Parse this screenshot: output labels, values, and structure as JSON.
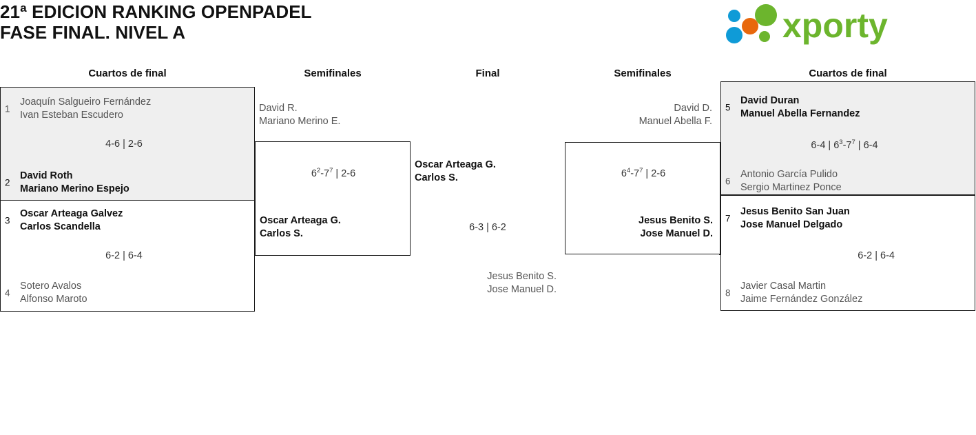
{
  "header": {
    "title": "21ª EDICION RANKING OPENPADEL\nFASE FINAL. NIVEL A",
    "logo_text": "xporty",
    "logo_colors": {
      "green": "#6cb52d",
      "blue": "#0f9bd7",
      "orange": "#e8680c"
    }
  },
  "rounds": [
    {
      "id": "qf-left",
      "label": "Cuartos de final"
    },
    {
      "id": "sf-left",
      "label": "Semifinales"
    },
    {
      "id": "final",
      "label": "Final"
    },
    {
      "id": "sf-right",
      "label": "Semifinales"
    },
    {
      "id": "qf-right",
      "label": "Cuartos de final"
    }
  ],
  "matches": {
    "qf1": {
      "top": {
        "seed": "1",
        "names": "Joaquín Salgueiro Fernández\nIvan Esteban Escudero",
        "winner": false
      },
      "bottom": {
        "seed": "2",
        "names": "David Roth\nMariano Merino Espejo",
        "winner": true
      },
      "score_sets": [
        {
          "a": "4",
          "b": "6"
        },
        {
          "a": "2",
          "b": "6"
        }
      ],
      "score_text": "4-6 | 2-6"
    },
    "qf2": {
      "top": {
        "seed": "3",
        "names": "Oscar Arteaga Galvez\nCarlos Scandella",
        "winner": true
      },
      "bottom": {
        "seed": "4",
        "names": "Sotero Avalos\nAlfonso Maroto",
        "winner": false
      },
      "score_sets": [
        {
          "a": "6",
          "b": "2"
        },
        {
          "a": "6",
          "b": "4"
        }
      ],
      "score_text": "6-2 | 6-4"
    },
    "sf1": {
      "top": {
        "seed": "",
        "names": "David R.\nMariano Merino E.",
        "winner": false
      },
      "bottom": {
        "seed": "",
        "names": "Oscar Arteaga G.\nCarlos S.",
        "winner": true
      },
      "score_sets": [
        {
          "a": "6",
          "a_tb": "2",
          "b": "7",
          "b_tb": "7"
        },
        {
          "a": "2",
          "b": "6"
        }
      ],
      "score_text": "6(2)-7(7) | 2-6"
    },
    "final": {
      "top": {
        "seed": "",
        "names": "Oscar Arteaga G.\nCarlos S.",
        "winner": true
      },
      "bottom": {
        "seed": "",
        "names": "Jesus Benito S.\nJose Manuel D.",
        "winner": false
      },
      "score_sets": [
        {
          "a": "6",
          "b": "3"
        },
        {
          "a": "6",
          "b": "2"
        }
      ],
      "score_text": "6-3 | 6-2"
    },
    "sf2": {
      "top": {
        "seed": "",
        "names": "David D.\nManuel Abella F.",
        "winner": false
      },
      "bottom": {
        "seed": "",
        "names": "Jesus Benito S.\nJose Manuel D.",
        "winner": true
      },
      "score_sets": [
        {
          "a": "6",
          "a_tb": "4",
          "b": "7",
          "b_tb": "7"
        },
        {
          "a": "2",
          "b": "6"
        }
      ],
      "score_text": "6(4)-7(7) | 2-6"
    },
    "qf3": {
      "top": {
        "seed": "5",
        "names": "David Duran\nManuel Abella Fernandez",
        "winner": true
      },
      "bottom": {
        "seed": "6",
        "names": "Antonio García Pulido\nSergio Martinez Ponce",
        "winner": false
      },
      "score_sets": [
        {
          "a": "6",
          "b": "4"
        },
        {
          "a": "6",
          "a_tb": "3",
          "b": "7",
          "b_tb": "7"
        },
        {
          "a": "6",
          "b": "4"
        }
      ],
      "score_text": "6-4 | 6(3)-7(7) | 6-4"
    },
    "qf4": {
      "top": {
        "seed": "7",
        "names": "Jesus Benito San Juan\nJose Manuel Delgado",
        "winner": true
      },
      "bottom": {
        "seed": "8",
        "names": "Javier Casal Martin\nJaime Fernández González",
        "winner": false
      },
      "score_sets": [
        {
          "a": "6",
          "b": "2"
        },
        {
          "a": "6",
          "b": "4"
        }
      ],
      "score_text": "6-2 | 6-4"
    }
  }
}
